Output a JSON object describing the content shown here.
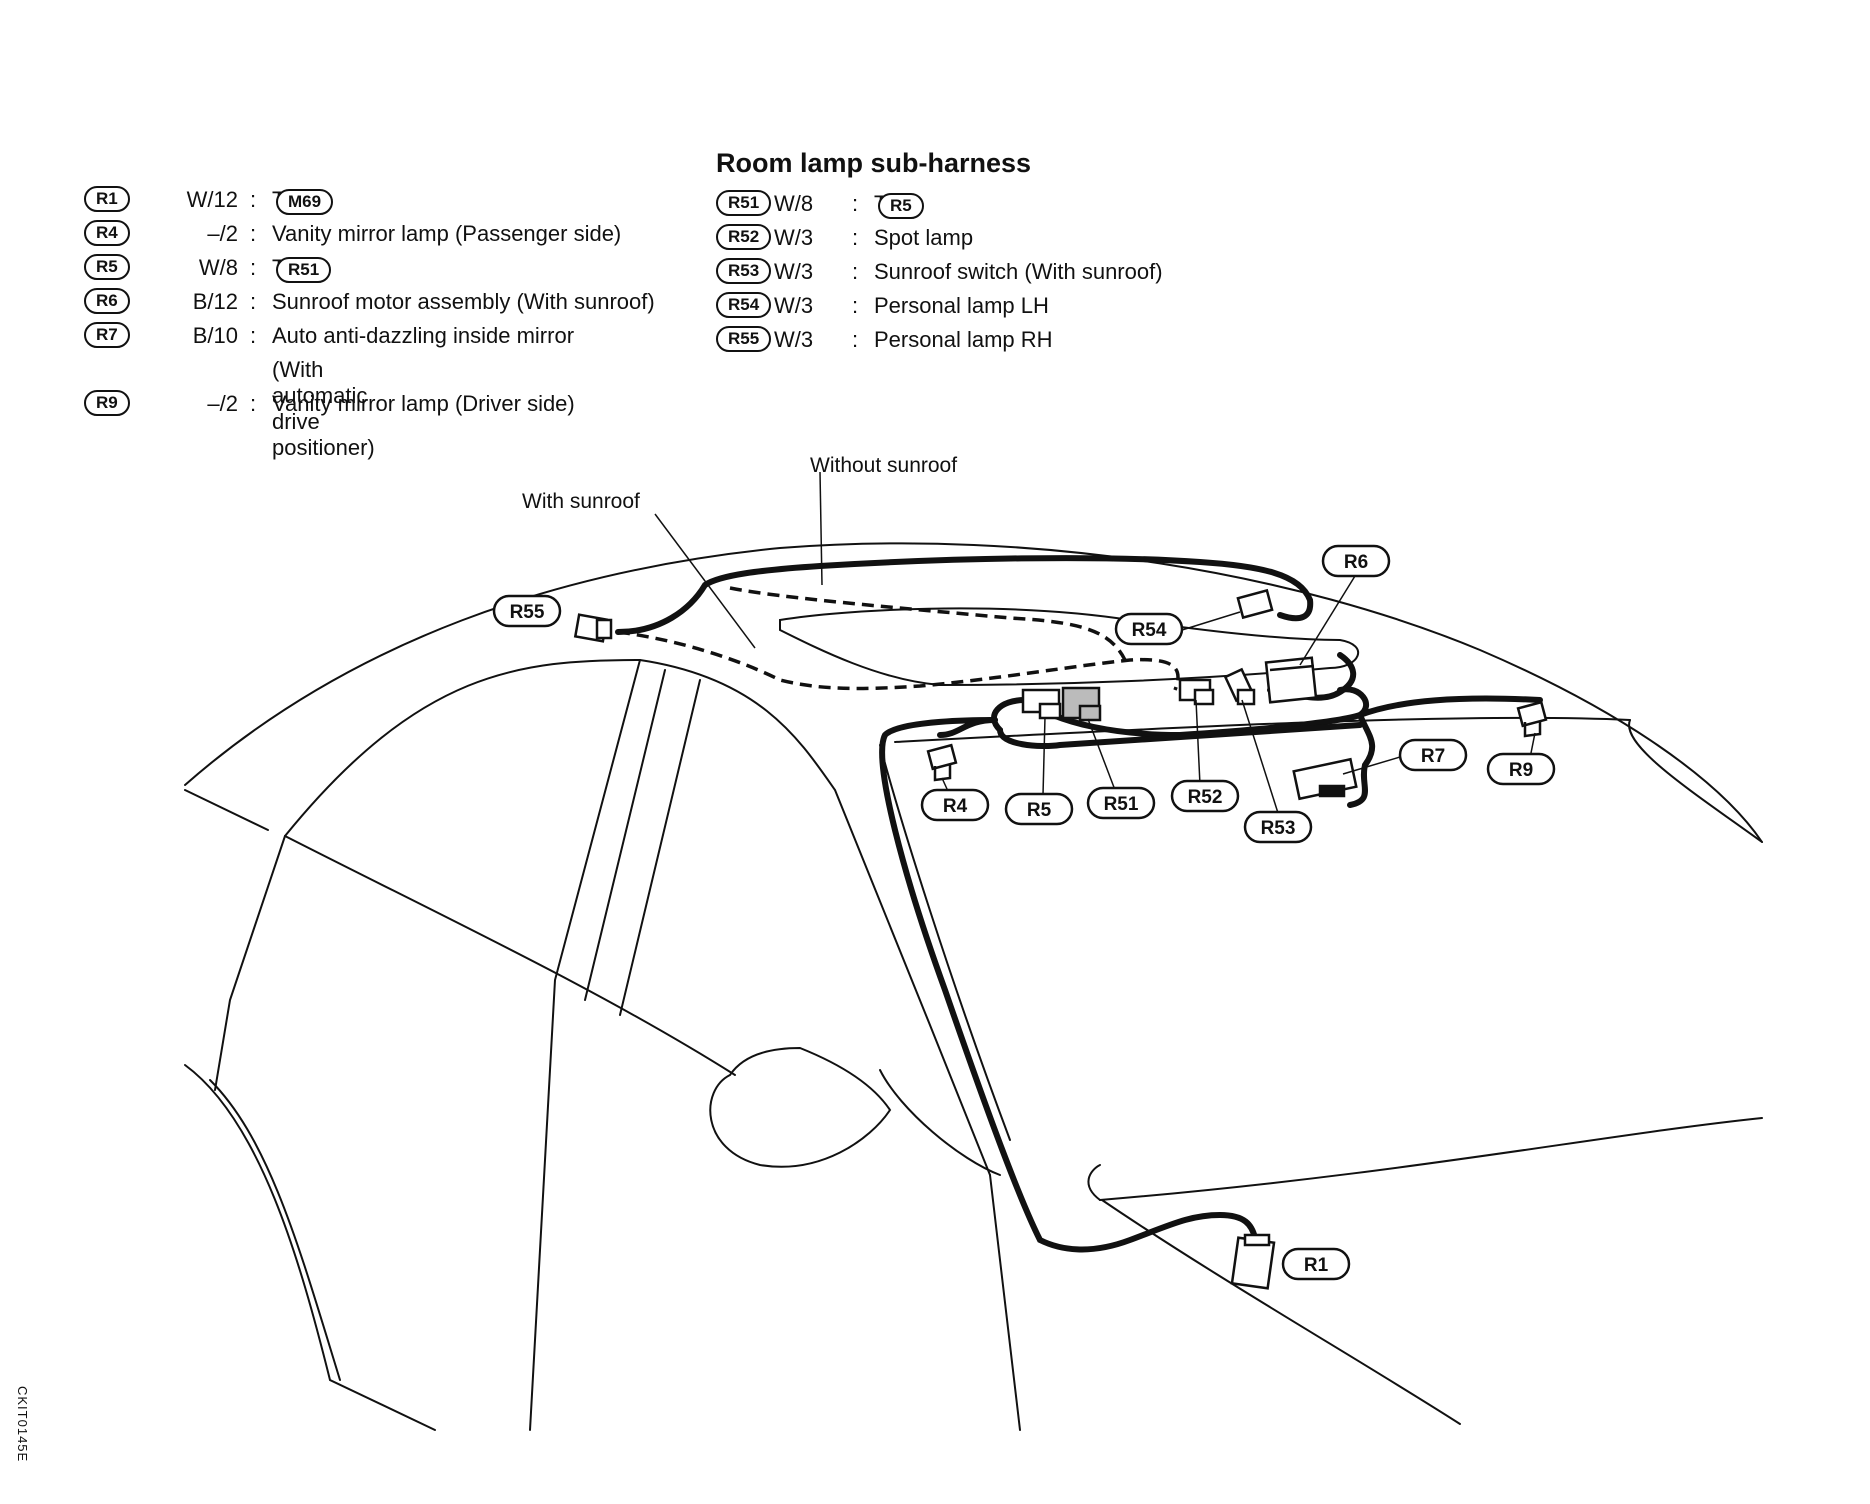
{
  "legend_left": {
    "rows": [
      {
        "id": "R1",
        "wire": "W/12",
        "desc": "To",
        "ref": "M69"
      },
      {
        "id": "R4",
        "wire": "–/2",
        "desc": "Vanity mirror lamp (Passenger side)"
      },
      {
        "id": "R5",
        "wire": "W/8",
        "desc": "To",
        "ref": "R51"
      },
      {
        "id": "R6",
        "wire": "B/12",
        "desc": "Sunroof motor assembly (With sunroof)"
      },
      {
        "id": "R7",
        "wire": "B/10",
        "desc": "Auto anti-dazzling inside mirror",
        "desc2": "(With automatic drive positioner)"
      },
      {
        "id": "R9",
        "wire": "–/2",
        "desc": "Vanity mirror lamp (Driver side)"
      }
    ]
  },
  "legend_right": {
    "title": "Room lamp sub-harness",
    "rows": [
      {
        "id": "R51",
        "wire": "W/8",
        "desc": "To",
        "ref": "R5"
      },
      {
        "id": "R52",
        "wire": "W/3",
        "desc": "Spot lamp"
      },
      {
        "id": "R53",
        "wire": "W/3",
        "desc": "Sunroof switch (With sunroof)"
      },
      {
        "id": "R54",
        "wire": "W/3",
        "desc": "Personal lamp LH"
      },
      {
        "id": "R55",
        "wire": "W/3",
        "desc": "Personal lamp RH"
      }
    ]
  },
  "separator": ":",
  "notes": {
    "without_sunroof": "Without sunroof",
    "with_sunroof": "With sunroof"
  },
  "callouts": {
    "R55": "R55",
    "R54": "R54",
    "R6": "R6",
    "R4": "R4",
    "R5": "R5",
    "R51": "R51",
    "R52": "R52",
    "R53": "R53",
    "R7": "R7",
    "R9": "R9",
    "R1": "R1"
  },
  "figure_code": "CKIT0145E"
}
